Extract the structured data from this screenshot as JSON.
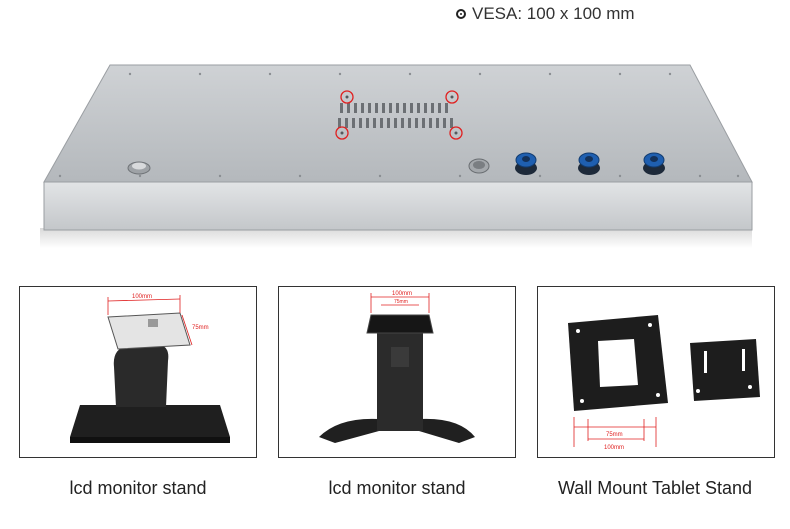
{
  "header": {
    "vesa_label": "VESA: 100 x 100 mm",
    "icon": "target-circle-icon"
  },
  "product_panel": {
    "connector_count": 3,
    "vesa_marker_count": 4,
    "accent_color": "#e02020"
  },
  "options": [
    {
      "caption": "lcd monitor stand",
      "dim_top": "100mm",
      "dim_side": "75mm"
    },
    {
      "caption": "lcd monitor stand",
      "dim_top": "100mm",
      "dim_inner": "75mm"
    },
    {
      "caption": "Wall Mount Tablet Stand",
      "dim_inner": "75mm",
      "dim_outer": "100mm"
    }
  ]
}
